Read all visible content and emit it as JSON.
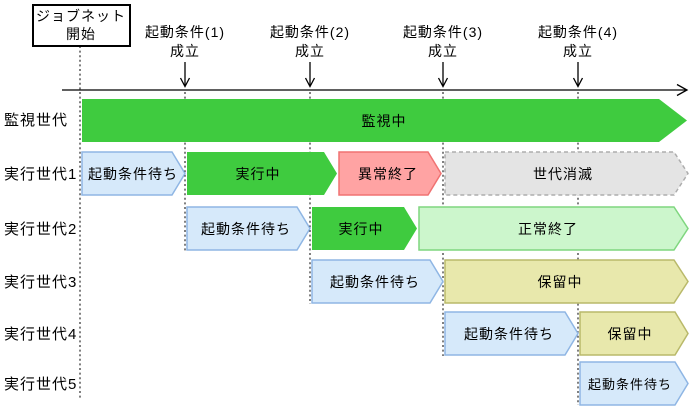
{
  "diagram": {
    "start_box": {
      "line1": "ジョブネット",
      "line2": "開始"
    },
    "conditions": [
      {
        "name": "起動条件(1)",
        "status": "成立"
      },
      {
        "name": "起動条件(2)",
        "status": "成立"
      },
      {
        "name": "起動条件(3)",
        "status": "成立"
      },
      {
        "name": "起動条件(4)",
        "status": "成立"
      }
    ],
    "rows": [
      {
        "label": "監視世代",
        "bars": [
          {
            "text": "監視中",
            "state": "monitoring"
          }
        ]
      },
      {
        "label": "実行世代1",
        "bars": [
          {
            "text": "起動条件待ち",
            "state": "waiting"
          },
          {
            "text": "実行中",
            "state": "running"
          },
          {
            "text": "異常終了",
            "state": "abnormal-end"
          },
          {
            "text": "世代消滅",
            "state": "generation-lost"
          }
        ]
      },
      {
        "label": "実行世代2",
        "bars": [
          {
            "text": "起動条件待ち",
            "state": "waiting"
          },
          {
            "text": "実行中",
            "state": "running"
          },
          {
            "text": "正常終了",
            "state": "normal-end"
          }
        ]
      },
      {
        "label": "実行世代3",
        "bars": [
          {
            "text": "起動条件待ち",
            "state": "waiting"
          },
          {
            "text": "保留中",
            "state": "on-hold"
          }
        ]
      },
      {
        "label": "実行世代4",
        "bars": [
          {
            "text": "起動条件待ち",
            "state": "waiting"
          },
          {
            "text": "保留中",
            "state": "on-hold"
          }
        ]
      },
      {
        "label": "実行世代5",
        "bars": [
          {
            "text": "起動条件待ち",
            "state": "waiting"
          }
        ]
      }
    ],
    "colors": {
      "monitoring": "#3FCB3F",
      "running": "#3FCB3F",
      "waiting_fill": "#D6E9FA",
      "waiting_border": "#8FB6E4",
      "abnormal_fill": "#FFA3A3",
      "abnormal_border": "#F07272",
      "lost_fill": "#E4E4E4",
      "lost_border": "#ADADAD",
      "normal_fill": "#CCF6CC",
      "normal_border": "#7FD67F",
      "hold_fill": "#E8E8AC",
      "hold_border": "#B9B96A"
    }
  }
}
